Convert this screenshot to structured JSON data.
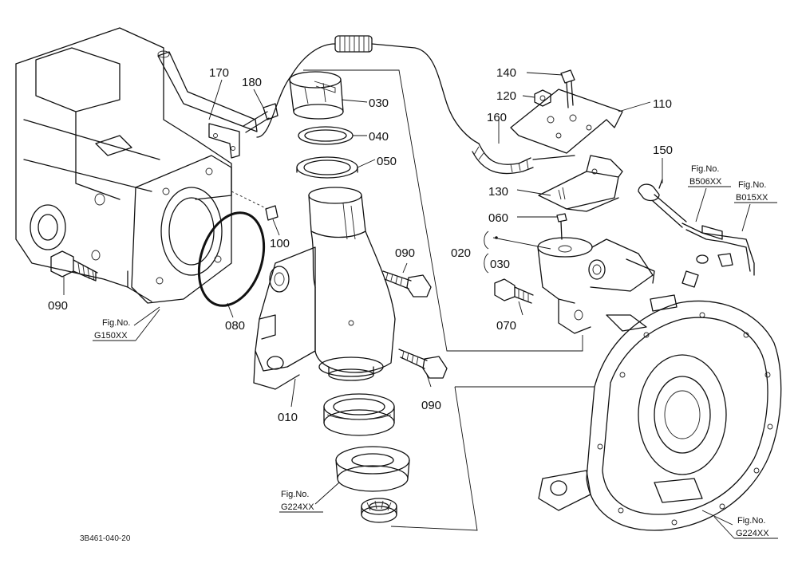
{
  "diagram": {
    "drawing_code": "3B461-040-20",
    "part_labels": {
      "p170": "170",
      "p180": "180",
      "p030a": "030",
      "p040": "040",
      "p050": "050",
      "p100": "100",
      "p090a": "090",
      "p090b": "090",
      "p090c": "090",
      "p080": "080",
      "p010": "010",
      "p140": "140",
      "p120": "120",
      "p110": "110",
      "p160": "160",
      "p150": "150",
      "p130": "130",
      "p060": "060",
      "p020": "020",
      "p030b": "030",
      "p070": "070"
    },
    "figure_refs": {
      "g150": {
        "line1": "Fig.No.",
        "line2": "G150XX"
      },
      "g224a": {
        "line1": "Fig.No.",
        "line2": "G224XX"
      },
      "g224b": {
        "line1": "Fig.No.",
        "line2": "G224XX"
      },
      "b506": {
        "line1": "Fig.No.",
        "line2": "B506XX"
      },
      "b015": {
        "line1": "Fig.No.",
        "line2": "B015XX"
      }
    }
  }
}
